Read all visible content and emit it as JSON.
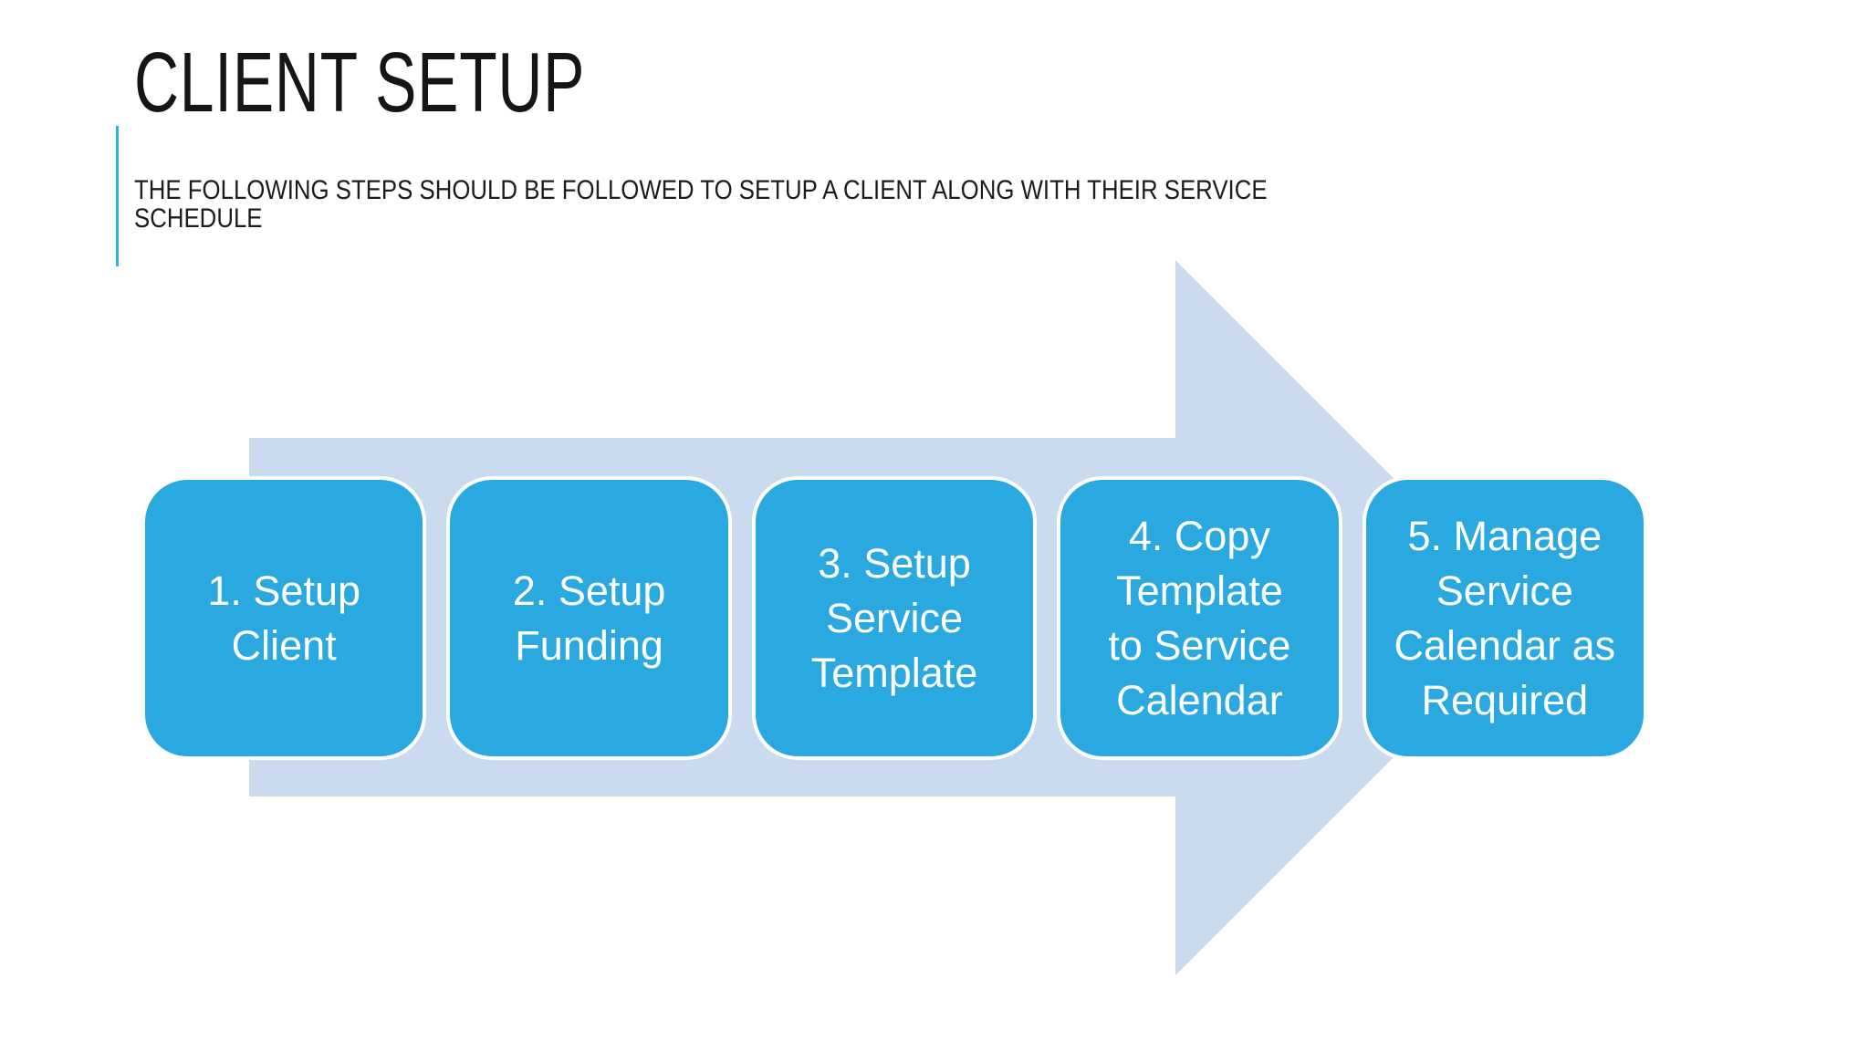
{
  "slide": {
    "title": "CLIENT SETUP",
    "subtitle_line1": "THE FOLLOWING STEPS SHOULD BE FOLLOWED TO SETUP A CLIENT ALONG WITH THEIR SERVICE",
    "subtitle_line2": "SCHEDULE"
  },
  "diagram": {
    "type": "process-arrow",
    "direction": "right",
    "steps": [
      {
        "label": "1. Setup Client",
        "lines": [
          "1. Setup",
          "Client"
        ]
      },
      {
        "label": "2. Setup Funding",
        "lines": [
          "2. Setup",
          "Funding"
        ]
      },
      {
        "label": "3. Setup Service Template",
        "lines": [
          "3. Setup",
          "Service",
          "Template"
        ]
      },
      {
        "label": "4. Copy Template to Service Calendar",
        "lines": [
          "4. Copy",
          "Template",
          "to Service",
          "Calendar"
        ]
      },
      {
        "label": "5. Manage Service Calendar as Required",
        "lines": [
          "5. Manage",
          "Service",
          "Calendar as",
          "Required"
        ]
      }
    ]
  },
  "colors": {
    "background": "#FFFFFF",
    "step_box": "#29A9E0",
    "step_box_border": "#FFFFFF",
    "step_text": "#FFFFFF",
    "arrow": "#CBDBEF",
    "accent_bar": "#2EB0E5",
    "title_text": "#151515",
    "subtitle_text": "#1C1C1C"
  }
}
